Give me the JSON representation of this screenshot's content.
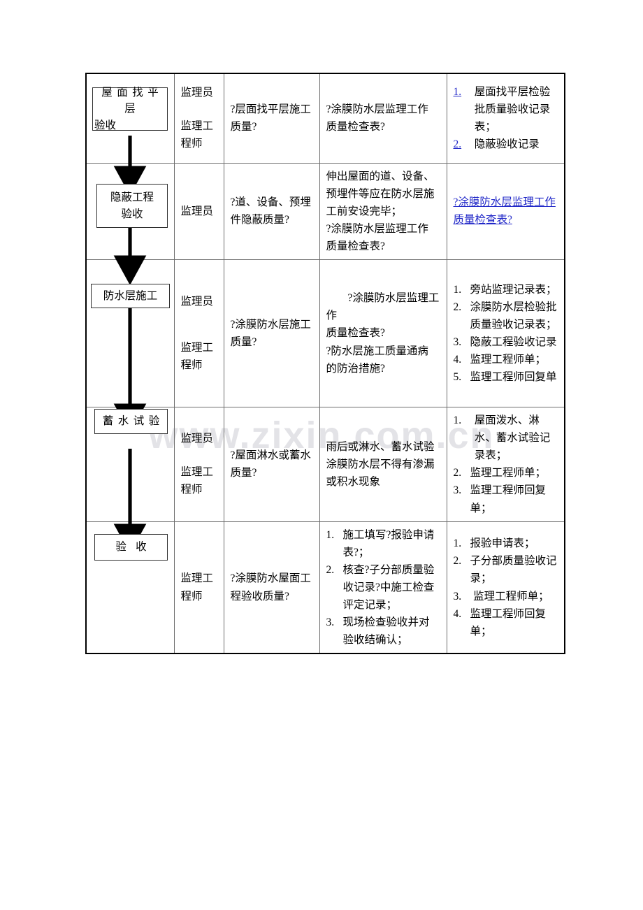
{
  "document": {
    "watermark": "www.zixin.com.cn",
    "link_color": "#2128c8",
    "border_color": "#000000"
  },
  "flowchart": {
    "nodes": [
      {
        "id": "node-1",
        "lines": [
          "屋面找平层",
          "验收"
        ]
      },
      {
        "id": "node-2",
        "lines": [
          "隐蔽工程",
          "验收"
        ]
      },
      {
        "id": "node-3",
        "lines": [
          "防水层施工"
        ]
      },
      {
        "id": "node-4",
        "lines": [
          "蓄水试验"
        ]
      },
      {
        "id": "node-5",
        "lines": [
          "验 收"
        ]
      }
    ]
  },
  "table": {
    "rows": [
      {
        "role": {
          "line1": "监理员",
          "line2": "监理工\n程师"
        },
        "control": [
          "?层面找平层施工",
          "质量?"
        ],
        "basis": [
          "?涂膜防水层监理工作",
          "质量检查表?"
        ],
        "records": {
          "type": "numbered-link",
          "items": [
            {
              "num": "1.",
              "text": "屋面找平层检验批质量验收记录表；"
            },
            {
              "num": "2.",
              "text": "隐蔽验收记录"
            }
          ]
        }
      },
      {
        "role": {
          "line1": "监理员",
          "line2": ""
        },
        "control": [
          "?道、设备、预埋",
          "件隐蔽质量?"
        ],
        "basis": [
          "伸出屋面的道、设备、",
          "预埋件等应在防水层施",
          "工前安设完毕；",
          "?涂膜防水层监理工作",
          "质量检查表?"
        ],
        "records": {
          "type": "link-text",
          "text": "?涂膜防水层监理工作质量检查表?"
        }
      },
      {
        "role": {
          "line1": "监理员",
          "line2": "监理工\n程师"
        },
        "control": [
          "?涂膜防水层施工",
          "质量?"
        ],
        "basis": [
          "?涂膜防水层监理工作",
          "质量检查表?",
          "?防水层施工质量通病",
          "的防治措施?"
        ],
        "records": {
          "type": "numbered",
          "items": [
            {
              "num": "1.",
              "text": "旁站监理记录表；"
            },
            {
              "num": "2.",
              "text": "涂膜防水层检验批质量验收记录表；"
            },
            {
              "num": "3.",
              "text": "隐蔽工程验收记录"
            },
            {
              "num": "4.",
              "text": "监理工程师单；"
            },
            {
              "num": "5.",
              "text": "监理工程师回复单"
            }
          ]
        }
      },
      {
        "role": {
          "line1": "监理员",
          "line2": "监理工\n程师"
        },
        "control": [
          "?屋面淋水或蓄水",
          "质量?"
        ],
        "basis": [
          "雨后或淋水、蓄水试验",
          "涂膜防水层不得有渗漏",
          "或积水现象"
        ],
        "records": {
          "type": "numbered",
          "items": [
            {
              "num": "1.",
              "text": "屋面泼水、淋水、蓄水试验记录表；"
            },
            {
              "num": "2.",
              "text": "监理工程师单；"
            },
            {
              "num": "3.",
              "text": "监理工程师回复单；"
            }
          ]
        }
      },
      {
        "role": {
          "line1": "",
          "line2": "监理工\n程师"
        },
        "control": [
          "?涂膜防水屋面工",
          "程验收质量?"
        ],
        "basis": {
          "type": "numbered",
          "items": [
            {
              "num": "1.",
              "text": "施工填写?报验申请表?；"
            },
            {
              "num": "2.",
              "text": "核查?子分部质量验收记录?中施工检查评定记录；"
            },
            {
              "num": "3.",
              "text": "现场检查验收并对验收结确认；"
            }
          ]
        },
        "records": {
          "type": "numbered",
          "items": [
            {
              "num": "1.",
              "text": "报验申请表；"
            },
            {
              "num": "2.",
              "text": "子分部质量验收记录；"
            },
            {
              "num": "3.",
              "text": "监理工程师单；"
            },
            {
              "num": "4.",
              "text": "监理工程师回复单；"
            }
          ]
        }
      }
    ]
  }
}
